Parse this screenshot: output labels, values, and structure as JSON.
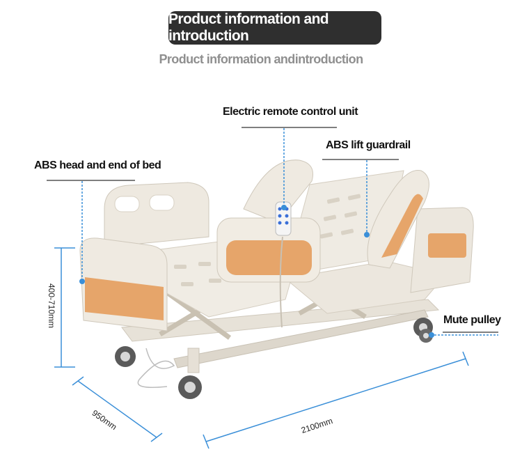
{
  "header": {
    "title": "Product information and introduction",
    "subtitle": "Product information andintroduction"
  },
  "callouts": {
    "remote": "Electric remote control unit",
    "head_end": "ABS head and end of bed",
    "guardrail": "ABS lift guardrail",
    "pulley": "Mute pulley"
  },
  "dimensions": {
    "height": "400-710mm",
    "width": "950mm",
    "length": "2100mm"
  },
  "colors": {
    "accent_blue": "#3a8fd8",
    "panel_orange": "#e6a56a",
    "frame_cream": "#ece7de"
  }
}
